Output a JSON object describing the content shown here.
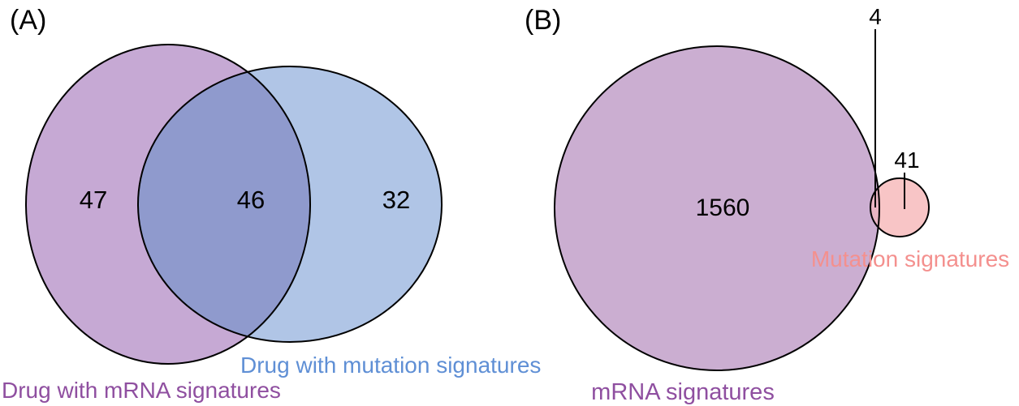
{
  "chart_data": [
    {
      "type": "venn",
      "panel_label": "(A)",
      "sets": [
        {
          "name": "Drug with mRNA signatures",
          "size_unique": 47,
          "color": "#c6a9d4",
          "label_color": "#8f4fa0"
        },
        {
          "name": "Drug with mutation signatures",
          "size_unique": 32,
          "color": "#b0c5e6",
          "label_color": "#5f8fd5"
        }
      ],
      "overlap": {
        "size": 46,
        "color": "#8f9acd"
      },
      "outline_color": "#000000",
      "layout": "two overlapping ellipses, counts inside regions, set labels below"
    },
    {
      "type": "venn",
      "panel_label": "(B)",
      "sets": [
        {
          "name": "mRNA signatures",
          "size_unique": 1560,
          "color": "#cbaed1",
          "label_color": "#8f4fa0"
        },
        {
          "name": "Mutation signatures",
          "size_unique": 41,
          "color": "#f8c5c6",
          "label_color": "#f4908e"
        }
      ],
      "overlap": {
        "size": 4,
        "color": "#e9b5c3"
      },
      "outline_color": "#000000",
      "layout": "large circle with tiny circle at right edge; overlap count 4 and small-set count 41 indicated with callout lines"
    }
  ]
}
